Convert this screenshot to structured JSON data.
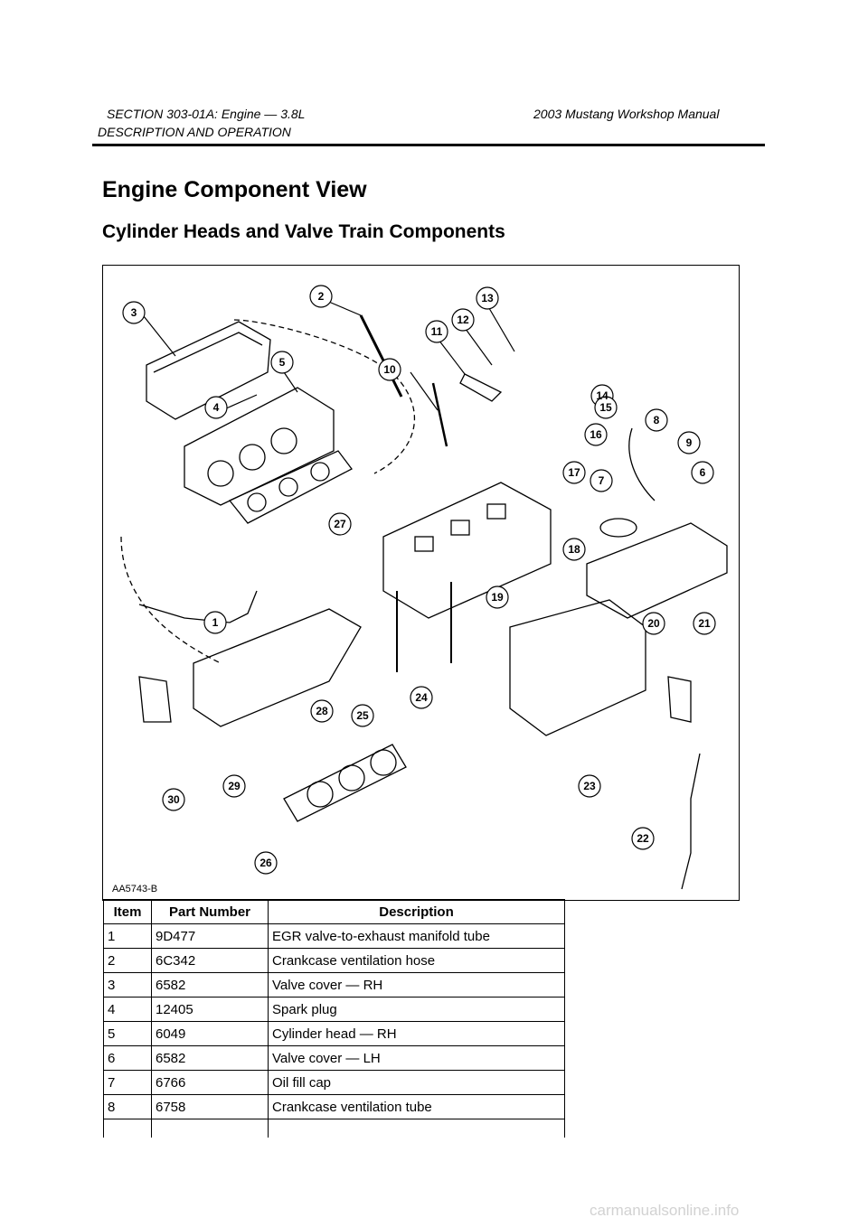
{
  "header": {
    "section": "SECTION 303-01A: Engine — 3.8L",
    "manual": "2003 Mustang Workshop Manual",
    "subsection": "DESCRIPTION AND OPERATION"
  },
  "title": "Engine Component View",
  "subtitle": "Cylinder Heads and Valve Train Components",
  "figure": {
    "id": "AA5743-B",
    "callouts": [
      "1",
      "2",
      "3",
      "4",
      "5",
      "6",
      "7",
      "8",
      "9",
      "10",
      "11",
      "12",
      "13",
      "14",
      "15",
      "16",
      "17",
      "18",
      "19",
      "20",
      "21",
      "22",
      "23",
      "24",
      "25",
      "26",
      "27",
      "28",
      "29",
      "30"
    ]
  },
  "table": {
    "headers": [
      "Item",
      "Part Number",
      "Description"
    ],
    "rows": [
      [
        "1",
        "9D477",
        "EGR valve-to-exhaust manifold tube"
      ],
      [
        "2",
        "6C342",
        "Crankcase ventilation hose"
      ],
      [
        "3",
        "6582",
        "Valve cover — RH"
      ],
      [
        "4",
        "12405",
        "Spark plug"
      ],
      [
        "5",
        "6049",
        "Cylinder head — RH"
      ],
      [
        "6",
        "6582",
        "Valve cover — LH"
      ],
      [
        "7",
        "6766",
        "Oil fill cap"
      ],
      [
        "8",
        "6758",
        "Crankcase ventilation tube"
      ]
    ]
  },
  "footer": "carmanualsonline.info"
}
